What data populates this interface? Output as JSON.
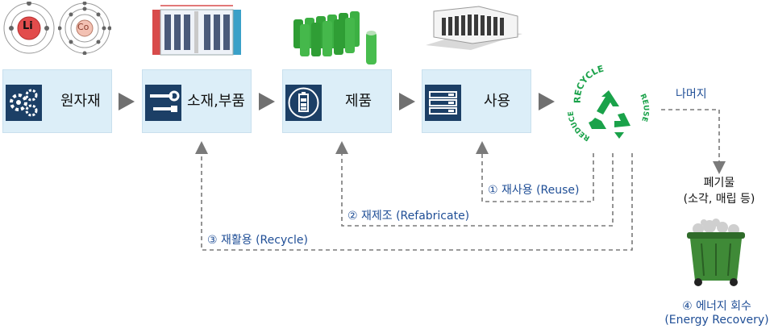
{
  "atoms": [
    {
      "symbol": "Li"
    },
    {
      "symbol": "Co"
    }
  ],
  "stages": [
    {
      "label": "원자재",
      "icon": "gears-icon"
    },
    {
      "label": "소재,부품",
      "icon": "tools-icon"
    },
    {
      "label": "제품",
      "icon": "battery-icon"
    },
    {
      "label": "사용",
      "icon": "server-rack-icon"
    }
  ],
  "recycle_logo": {
    "top_word": "RECYCLE",
    "left_word": "REDUCE",
    "right_word": "REUSE"
  },
  "remainder_label": "나머지",
  "waste": {
    "title": "폐기물",
    "subtitle": "(소각, 매립 등)"
  },
  "paths": {
    "reuse": "① 재사용 (Reuse)",
    "refabricate": "② 재제조 (Refabricate)",
    "recycle": "③ 재활용 (Recycle)"
  },
  "energy_recovery": {
    "line1": "④ 에너지 회수",
    "line2": "(Energy Recovery)"
  },
  "colors": {
    "box_fill": "#dceef8",
    "icon_fill": "#1c3f66",
    "arrow": "#707070",
    "path_text": "#1f4e96",
    "recycle_green": "#1aa24a"
  }
}
